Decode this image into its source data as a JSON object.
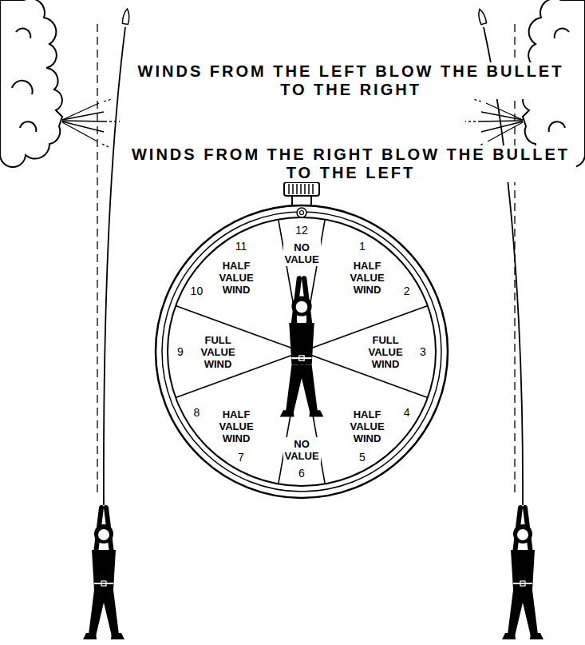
{
  "diagram": {
    "nodes": [
      {
        "text": [
          "12",
          "NO VALUE",
          "1",
          "HALF VALUE WIND",
          "2",
          "3",
          "FULL VALUE WIND",
          "4",
          "HALF VALUE WIND",
          "5",
          "NO VALUE",
          "6",
          "7",
          "HALF VALUE WIND",
          "8",
          "9",
          "FULL VALUE WIND",
          "10",
          "HALF VALUE WIND",
          "11"
        ]
      }
    ],
    "labels": [
      "WINDS FROM THE LEFT BLOW THE BULLET TO THE RIGHT",
      "WINDS FROM THE RIGHT BLOW THE BULLET TO THE LEFT"
    ]
  }
}
